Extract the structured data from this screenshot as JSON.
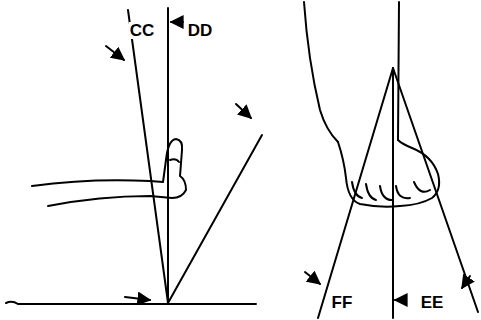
{
  "diagram": {
    "labels": [
      "CC",
      "DD",
      "FF",
      "EE"
    ]
  }
}
